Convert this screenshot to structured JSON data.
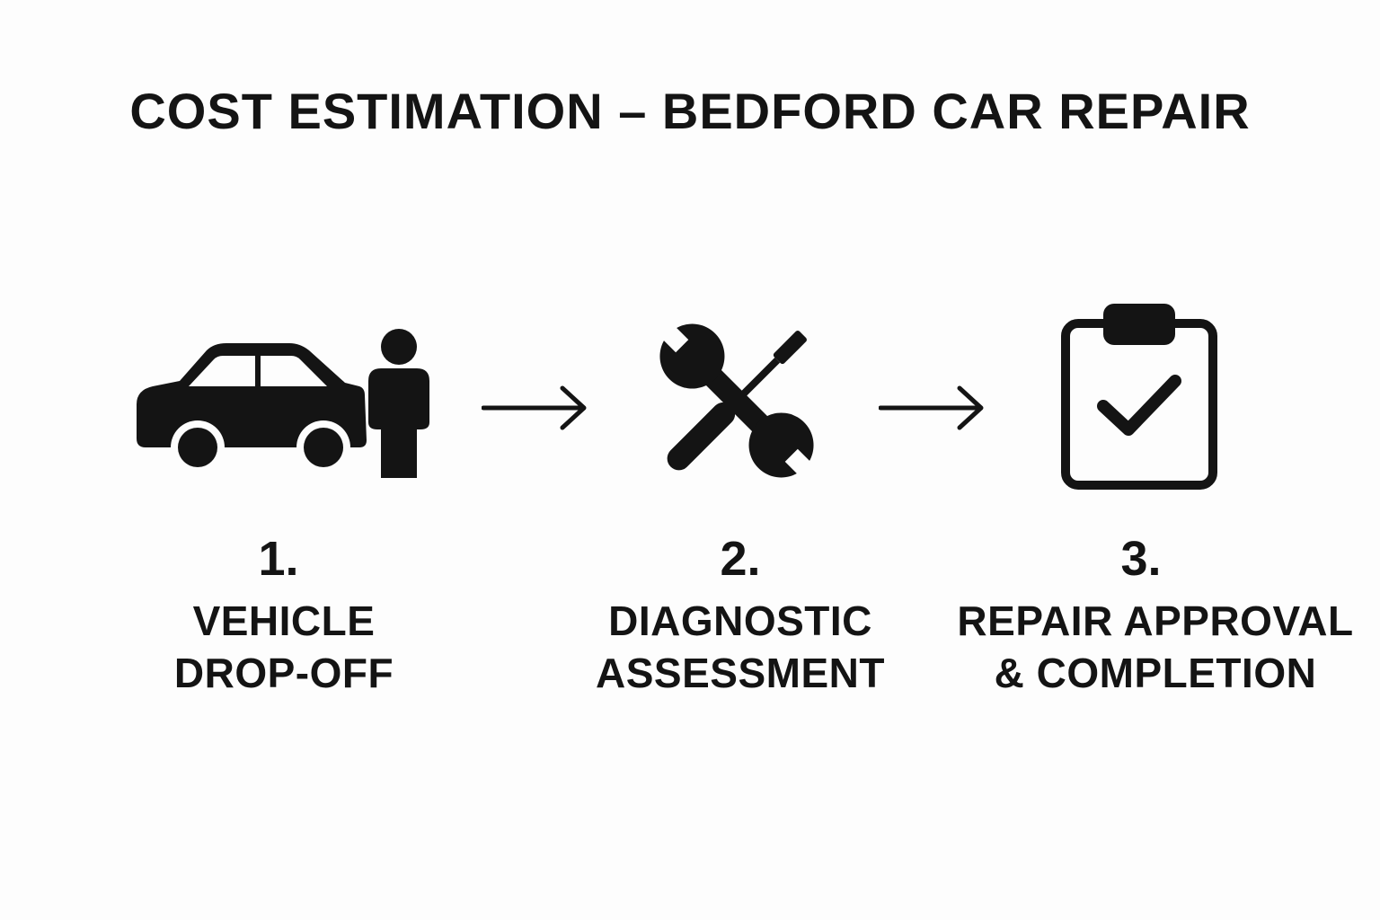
{
  "title": "COST ESTIMATION – BEDFORD CAR REPAIR",
  "steps": [
    {
      "number": "1.",
      "label_lines": [
        "VEHICLE",
        "DROP-OFF"
      ],
      "icon": "car-and-person-icon"
    },
    {
      "number": "2.",
      "label_lines": [
        "DIAGNOSTIC",
        "ASSESSMENT"
      ],
      "icon": "tools-icon"
    },
    {
      "number": "3.",
      "label_lines": [
        "REPAIR APPROVAL",
        "& COMPLETION"
      ],
      "icon": "clipboard-check-icon"
    }
  ],
  "connectors": [
    "arrow-right-icon",
    "arrow-right-icon"
  ],
  "colors": {
    "background": "#fdfdfd",
    "ink": "#141414"
  }
}
